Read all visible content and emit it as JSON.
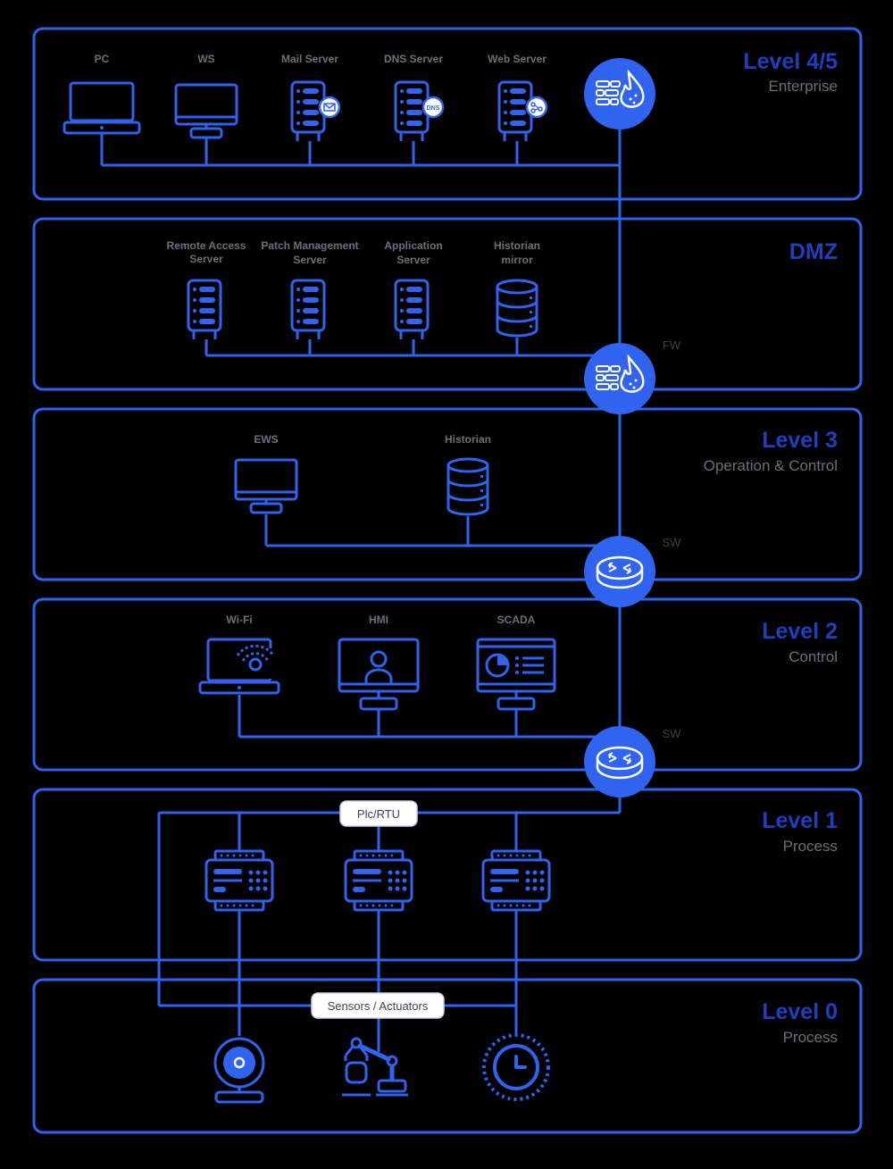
{
  "colors": {
    "background": "#000000",
    "accent": "#2f63f0",
    "level_title": "#1f3fbf",
    "level_subtitle": "#6b6f7a",
    "device_label": "#6b6f7a",
    "pill_fill": "#ffffff",
    "pill_text": "#3d4350"
  },
  "levels": [
    {
      "title": "Level 4/5",
      "subtitle": "Enterprise"
    },
    {
      "title": "DMZ",
      "subtitle": ""
    },
    {
      "title": "Level 3",
      "subtitle": "Operation & Control"
    },
    {
      "title": "Level 2",
      "subtitle": "Control"
    },
    {
      "title": "Level 1",
      "subtitle": "Process"
    },
    {
      "title": "Level 0",
      "subtitle": "Process"
    }
  ],
  "enterprise": {
    "devices": [
      {
        "label": "PC",
        "icon": "laptop-icon"
      },
      {
        "label": "WS",
        "icon": "monitor-icon"
      },
      {
        "label": "Mail Server",
        "icon": "mail-server-icon"
      },
      {
        "label": "DNS Server",
        "icon": "dns-server-icon",
        "badge": "DNS"
      },
      {
        "label": "Web Server",
        "icon": "web-server-icon"
      }
    ]
  },
  "dmz": {
    "devices": [
      {
        "line1": "Remote Access",
        "line2": "Server",
        "icon": "server-icon"
      },
      {
        "line1": "Patch Management",
        "line2": "Server",
        "icon": "server-icon"
      },
      {
        "line1": "Application",
        "line2": "Server",
        "icon": "server-icon"
      },
      {
        "line1": "Historian",
        "line2": "mirror",
        "icon": "database-icon"
      }
    ]
  },
  "level3": {
    "devices": [
      {
        "label": "EWS",
        "icon": "monitor-icon"
      },
      {
        "label": "Historian",
        "icon": "database-icon"
      }
    ]
  },
  "level2": {
    "devices": [
      {
        "label": "Wi-Fi",
        "icon": "wifi-laptop-icon"
      },
      {
        "label": "HMI",
        "icon": "hmi-icon"
      },
      {
        "label": "SCADA",
        "icon": "scada-icon"
      }
    ]
  },
  "level1": {
    "pill": "Plc/RTU",
    "devices": [
      {
        "icon": "plc-icon"
      },
      {
        "icon": "plc-icon"
      },
      {
        "icon": "plc-icon"
      }
    ]
  },
  "level0": {
    "pill": "Sensors / Actuators",
    "devices": [
      {
        "icon": "webcam-sensor-icon"
      },
      {
        "icon": "robot-arm-icon"
      },
      {
        "icon": "timer-icon"
      }
    ]
  },
  "network": {
    "firewall_label": "FW",
    "switch_label_1": "SW",
    "switch_label_2": "SW",
    "nodes": [
      {
        "type": "firewall",
        "icon": "firewall-icon"
      },
      {
        "type": "firewall",
        "icon": "firewall-icon"
      },
      {
        "type": "switch",
        "icon": "switch-icon"
      },
      {
        "type": "switch",
        "icon": "switch-icon"
      }
    ]
  }
}
